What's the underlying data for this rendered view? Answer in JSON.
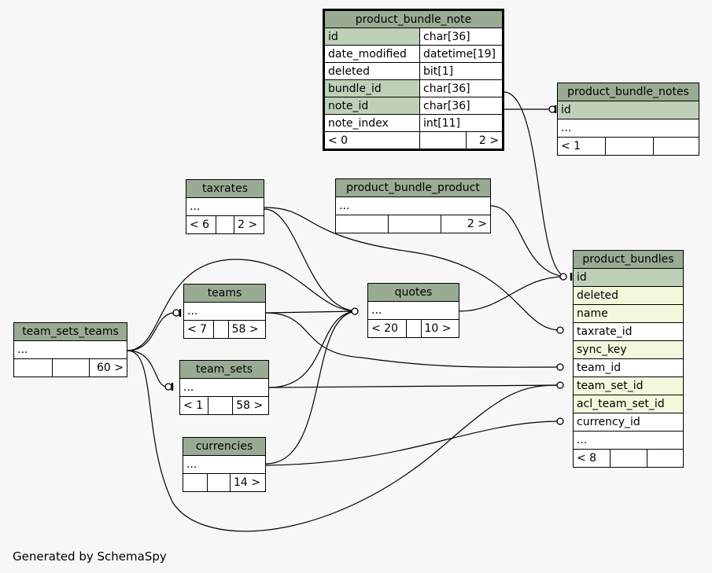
{
  "footer": "Generated by SchemaSpy",
  "tables": {
    "product_bundle_note": {
      "name": "product_bundle_note",
      "columns": [
        {
          "name": "id",
          "type": "char[36]"
        },
        {
          "name": "date_modified",
          "type": "datetime[19]"
        },
        {
          "name": "deleted",
          "type": "bit[1]"
        },
        {
          "name": "bundle_id",
          "type": "char[36]"
        },
        {
          "name": "note_id",
          "type": "char[36]"
        },
        {
          "name": "note_index",
          "type": "int[11]"
        }
      ],
      "parents": "< 0",
      "children": "2 >"
    },
    "product_bundle_notes": {
      "name": "product_bundle_notes",
      "col1": "id",
      "col2": "...",
      "parents": "< 1"
    },
    "product_bundle_product": {
      "name": "product_bundle_product",
      "col1": "...",
      "children": "2 >"
    },
    "taxrates": {
      "name": "taxrates",
      "col1": "...",
      "parents": "< 6",
      "children": "2 >"
    },
    "teams": {
      "name": "teams",
      "col1": "...",
      "parents": "< 7",
      "children": "58 >"
    },
    "quotes": {
      "name": "quotes",
      "col1": "...",
      "parents": "< 20",
      "children": "10 >"
    },
    "team_sets_teams": {
      "name": "team_sets_teams",
      "col1": "...",
      "children": "60 >"
    },
    "team_sets": {
      "name": "team_sets",
      "col1": "...",
      "parents": "< 1",
      "children": "58 >"
    },
    "currencies": {
      "name": "currencies",
      "col1": "...",
      "children": "14 >"
    },
    "product_bundles": {
      "name": "product_bundles",
      "columns": [
        "id",
        "deleted",
        "name",
        "taxrate_id",
        "sync_key",
        "team_id",
        "team_set_id",
        "acl_team_set_id",
        "currency_id",
        "..."
      ],
      "parents": "< 8"
    }
  }
}
